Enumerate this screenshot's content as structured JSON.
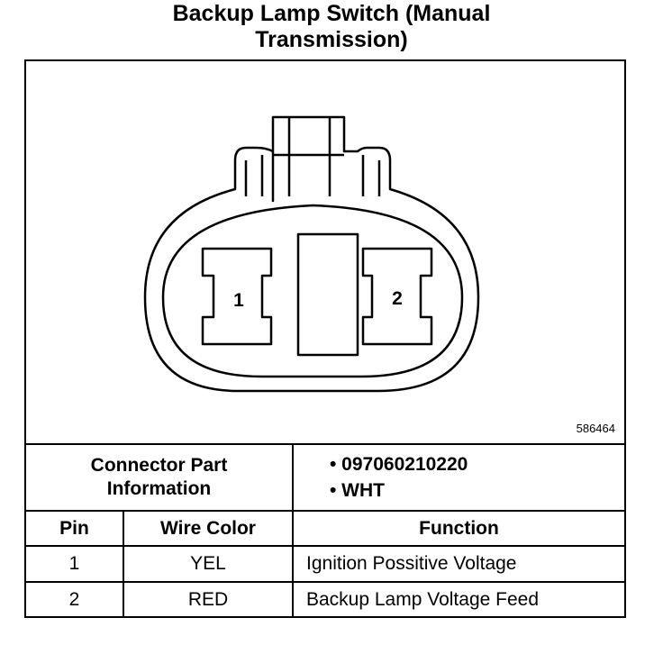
{
  "title": {
    "line1": "Backup Lamp Switch (Manual",
    "line2": "Transmission)"
  },
  "figure_id": "586464",
  "pins": [
    {
      "label": "1"
    },
    {
      "label": "2"
    }
  ],
  "connector_info": {
    "label_line1": "Connector Part",
    "label_line2": "Information",
    "items": [
      "• 097060210220",
      "• WHT"
    ]
  },
  "table": {
    "headers": [
      "Pin",
      "Wire Color",
      "Function"
    ],
    "rows": [
      [
        "1",
        "YEL",
        "Ignition Possitive Voltage"
      ],
      [
        "2",
        "RED",
        "Backup Lamp Voltage Feed"
      ]
    ]
  }
}
